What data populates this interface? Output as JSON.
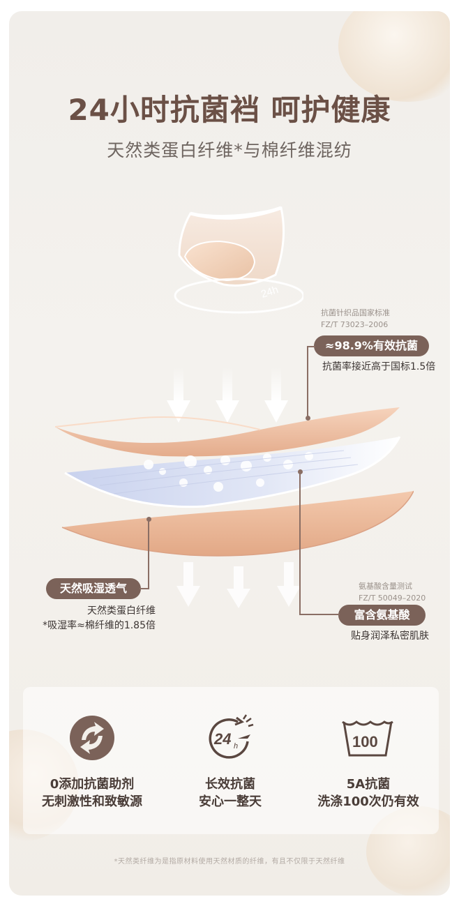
{
  "header": {
    "title": "24小时抗菌裆 呵护健康",
    "subtitle": "天然类蛋白纤维*与棉纤维混纺"
  },
  "panty_badge": "24h",
  "antibacterial": {
    "standard_line1": "抗菌针织品国家标准",
    "standard_line2": "FZ/T 73023–2006",
    "pill": "≈98.9%有效抗菌",
    "desc": "抗菌率接近高于国标1.5倍"
  },
  "moisture": {
    "pill": "天然吸湿透气",
    "desc_line1": "天然类蛋白纤维",
    "desc_line2": "*吸湿率≈棉纤维的1.85倍"
  },
  "amino": {
    "standard_line1": "氨基酸含量测试",
    "standard_line2": "FZ/T 50049–2020",
    "pill": "富含氨基酸",
    "desc": "贴身润泽私密肌肤"
  },
  "features": [
    {
      "icon": "recycle-icon",
      "line1": "0添加抗菌助剂",
      "line2": "无刺激性和致敏源"
    },
    {
      "icon": "24h-clock-icon",
      "icon_text": "24",
      "icon_sub": "h",
      "line1": "长效抗菌",
      "line2": "安心一整天"
    },
    {
      "icon": "wash-100-icon",
      "icon_text": "100",
      "line1": "5A抗菌",
      "line2": "洗涤100次仍有效"
    }
  ],
  "footnote": "*天然类纤维为是指原材料使用天然材质的纤维，有且不仅限于天然纤维",
  "colors": {
    "brand": "#6b5046",
    "pill": "#7b6259",
    "fabric": "#eec4a8",
    "background": "#f3f0eb"
  }
}
